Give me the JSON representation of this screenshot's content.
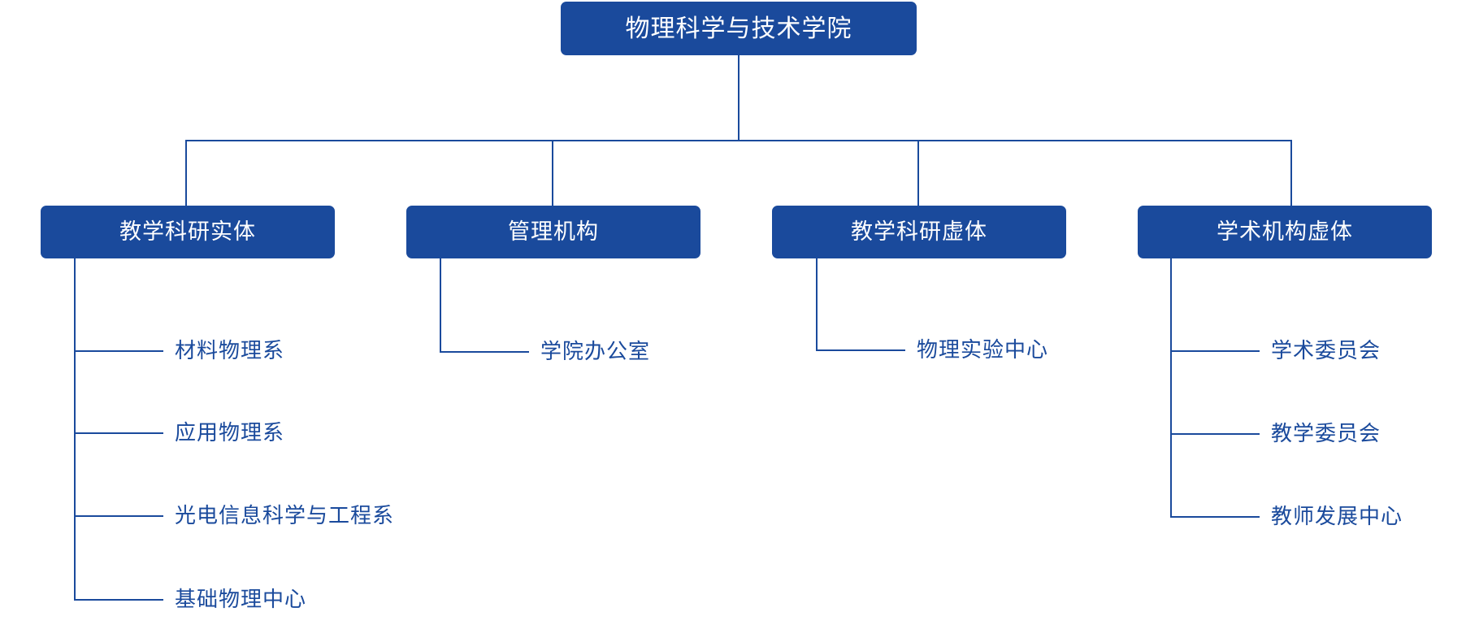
{
  "chart_data": {
    "type": "diagram",
    "diagram_kind": "organizational-chart",
    "title": "物理科学与技术学院",
    "orientation": "top-down",
    "colors": {
      "box_fill": "#1A4A9C",
      "box_text": "#FFFFFF",
      "leaf_text": "#1A4A9C",
      "connector": "#1A4A9C",
      "background": "#FFFFFF"
    },
    "root": {
      "label": "物理科学与技术学院"
    },
    "branches": [
      {
        "label": "教学科研实体",
        "children": [
          "材料物理系",
          "应用物理系",
          "光电信息科学与工程系",
          "基础物理中心"
        ]
      },
      {
        "label": "管理机构",
        "children": [
          "学院办公室"
        ]
      },
      {
        "label": "教学科研虚体",
        "children": [
          "物理实验中心"
        ]
      },
      {
        "label": "学术机构虚体",
        "children": [
          "学术委员会",
          "教学委员会",
          "教师发展中心"
        ]
      }
    ]
  }
}
